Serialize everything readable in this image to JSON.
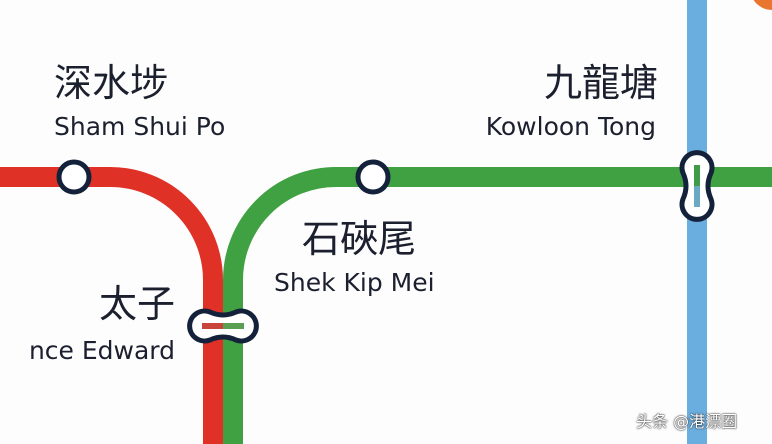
{
  "lines": {
    "tsuen_wan": {
      "color": "#e03127"
    },
    "kwun_tong": {
      "color": "#3fa142"
    },
    "east_rail": {
      "color": "#6aaee0"
    }
  },
  "stations": {
    "sham_shui_po": {
      "zh": "深水埗",
      "en": "Sham Shui Po",
      "type": "station"
    },
    "shek_kip_mei": {
      "zh": "石硤尾",
      "en": "Shek Kip Mei",
      "type": "station"
    },
    "prince_edward": {
      "zh": "太子",
      "en": "nce Edward",
      "type": "interchange"
    },
    "kowloon_tong": {
      "zh": "九龍塘",
      "en": "Kowloon Tong",
      "type": "interchange"
    }
  },
  "watermark": "头条 @港漂圈",
  "colors": {
    "station_outline": "#14213a",
    "background": "#fdfdfd"
  }
}
